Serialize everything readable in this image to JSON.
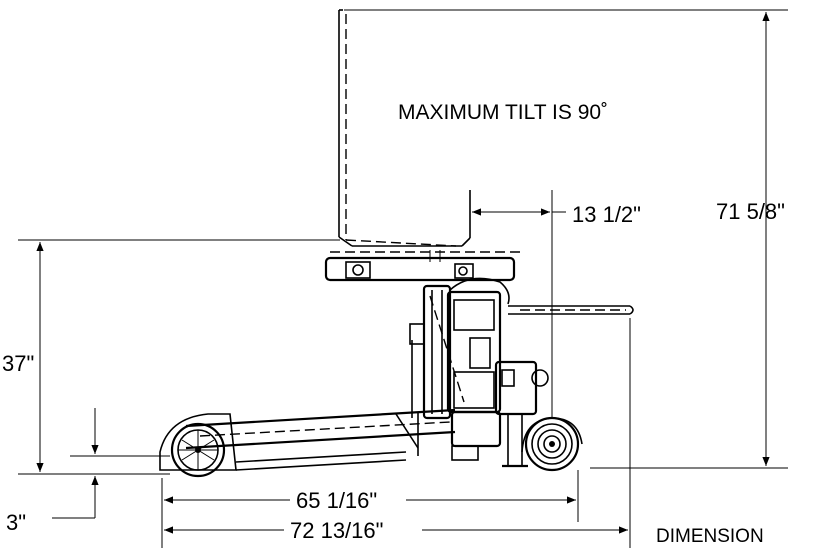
{
  "note": {
    "max_tilt": "MAXIMUM TILT IS 90˚"
  },
  "dimensions": {
    "overall_height": "71 5/8\"",
    "tilt_offset": "13 1/2\"",
    "deck_height": "37\"",
    "ground_clearance": "3\"",
    "wheelbase": "65 1/16\"",
    "overall_length": "72 13/16\""
  },
  "caption": "DIMENSION"
}
